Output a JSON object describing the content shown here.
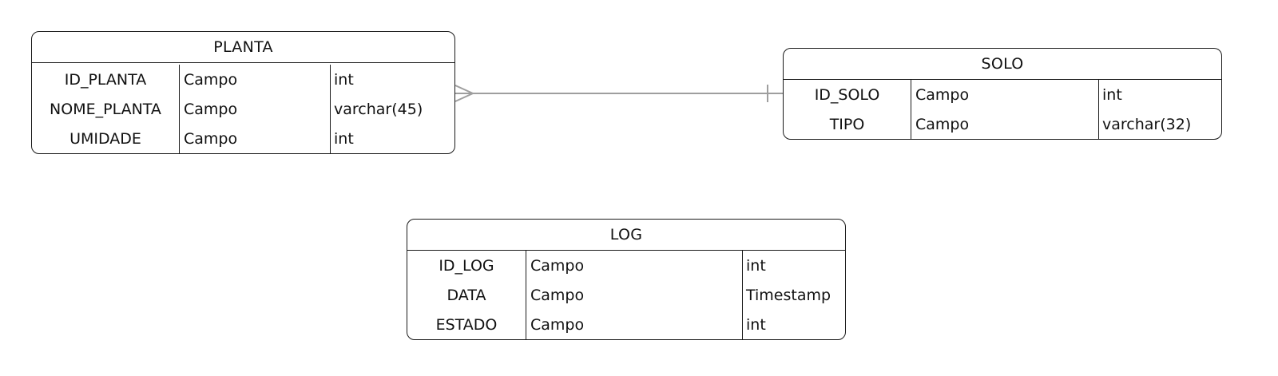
{
  "entities": [
    {
      "title": "PLANTA",
      "rows": [
        {
          "name": "ID_PLANTA",
          "kind": "Campo",
          "type": "int"
        },
        {
          "name": "NOME_PLANTA",
          "kind": "Campo",
          "type": "varchar(45)"
        },
        {
          "name": "UMIDADE",
          "kind": "Campo",
          "type": "int"
        }
      ]
    },
    {
      "title": "SOLO",
      "rows": [
        {
          "name": "ID_SOLO",
          "kind": "Campo",
          "type": "int"
        },
        {
          "name": "TIPO",
          "kind": "Campo",
          "type": "varchar(32)"
        }
      ]
    },
    {
      "title": "LOG",
      "rows": [
        {
          "name": "ID_LOG",
          "kind": "Campo",
          "type": "int"
        },
        {
          "name": "DATA",
          "kind": "Campo",
          "type": "Timestamp"
        },
        {
          "name": "ESTADO",
          "kind": "Campo",
          "type": "int"
        }
      ]
    }
  ],
  "relationships": [
    {
      "from": "PLANTA",
      "from_cardinality": "many",
      "to": "SOLO",
      "to_cardinality": "one"
    }
  ],
  "colors": {
    "border": "#1a1a1a",
    "connector": "#9e9e9e",
    "background": "#ffffff"
  }
}
